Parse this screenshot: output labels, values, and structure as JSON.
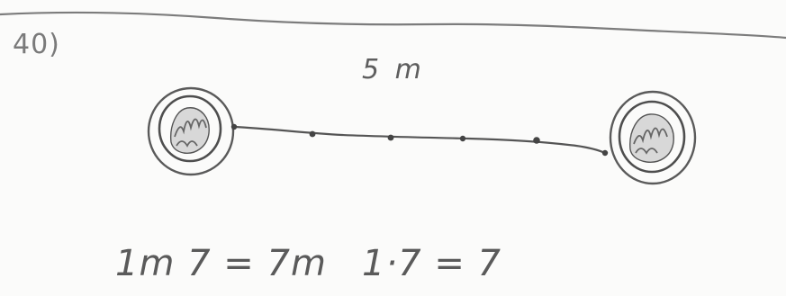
{
  "sheet": {
    "problem_number": "40)",
    "distance_label": "5 m",
    "equation_1": "1m 7 = 7m",
    "equation_2": "1·7 = 7"
  },
  "colors": {
    "pencil": "#5e5e5e",
    "paper": "#fbfbfa"
  },
  "icons": {
    "left_tree": "tree-top-view-icon",
    "right_tree": "tree-top-view-icon"
  }
}
